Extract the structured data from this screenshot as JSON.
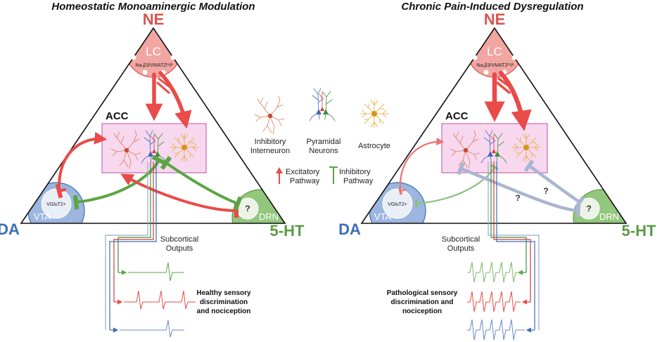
{
  "panels": [
    {
      "title": "Homeostatic Monoaminergic Modulation",
      "ne": "NE",
      "lc": "LC",
      "lc_marker": "Naᵥβ3/VMAT2ʰⁱᵍʰ",
      "acc": "ACC",
      "vta": "VTA",
      "vta_marker": "VGluT2+",
      "da": "DA",
      "drn": "DRN",
      "drn_q": "?",
      "ht": "5-HT",
      "outputs_line1": "Subcortical",
      "outputs_line2": "Outputs",
      "caption_line1": "Healthy sensory",
      "caption_line2": "discrimination",
      "caption_line3": "and nociception"
    },
    {
      "title": "Chronic Pain-Induced Dysregulation",
      "ne": "NE",
      "lc": "LC",
      "lc_marker": "Naᵥβ3/VMAT2ʰⁱᵍʰ",
      "acc": "ACC",
      "vta": "VTA",
      "vta_marker": "VGluT2+",
      "da": "DA",
      "drn": "DRN",
      "drn_q": "?",
      "ht": "5-HT",
      "outputs_line1": "Subcortical",
      "outputs_line2": "Outputs",
      "caption_line1": "Pathological sensory",
      "caption_line2": "discrimination and",
      "caption_line3": "nociception",
      "q_marks": [
        "?",
        "?"
      ]
    }
  ],
  "legend": {
    "cells": [
      {
        "line1": "Inhibitory",
        "line2": "Interneuron"
      },
      {
        "line1": "Pyramidal",
        "line2": "Neurons"
      },
      {
        "line1": "Astrocyte",
        "line2": ""
      }
    ],
    "excitatory_line1": "Excitatory",
    "excitatory_line2": "Pathway",
    "inhibitory_line1": "Inhibitory",
    "inhibitory_line2": "Pathway"
  },
  "colors": {
    "ne": "#d9534f",
    "lc_fill": "#f2a6a2",
    "da": "#3b6fb6",
    "vta_fill": "#9db6e0",
    "ht": "#5b9a45",
    "drn_fill": "#92c77d",
    "acc_fill": "#f7d8ef",
    "acc_stroke": "#c34ea0",
    "excitatory": "#e94b48",
    "inhibitory": "#5aa544",
    "faded_inhib": "#aab5d0",
    "interneuron": "#e07a55",
    "astrocyte": "#e8a92c",
    "pyr_blue": "#4466bb",
    "pyr_green": "#3c8f3c"
  }
}
